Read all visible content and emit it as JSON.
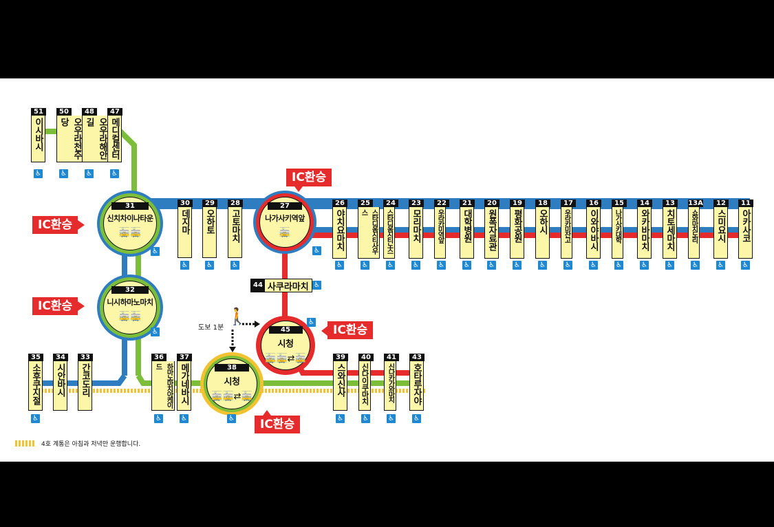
{
  "lines_colors": {
    "green": "#7cbd3a",
    "blue": "#2e7dc1",
    "red": "#e52b2b",
    "yellow": "#f2c230"
  },
  "icons": {
    "accessible": "wheelchair-icon",
    "tram": "tram-icon",
    "walk": "pedestrian-icon"
  },
  "top_left_stations": [
    {
      "num": "51",
      "name": "이시바시"
    },
    {
      "num": "50",
      "name": "오우라천주당"
    },
    {
      "num": "48",
      "name": "오우라해안길"
    },
    {
      "num": "47",
      "name": "메디컬센터"
    }
  ],
  "mid_stations": [
    {
      "num": "30",
      "name": "데지마"
    },
    {
      "num": "29",
      "name": "오하토"
    },
    {
      "num": "28",
      "name": "고토마치"
    }
  ],
  "right_stations": [
    {
      "num": "26",
      "name": "야치요마치"
    },
    {
      "num": "25",
      "name": "스타디움시티사우스"
    },
    {
      "num": "24",
      "name": "스타디움시티노스"
    },
    {
      "num": "23",
      "name": "모리마치"
    },
    {
      "num": "22",
      "name": "우라카미역앞"
    },
    {
      "num": "21",
      "name": "대학병원"
    },
    {
      "num": "20",
      "name": "원폭자료관"
    },
    {
      "num": "19",
      "name": "평화공원"
    },
    {
      "num": "18",
      "name": "오하시"
    },
    {
      "num": "17",
      "name": "우라카미잔고"
    },
    {
      "num": "16",
      "name": "이와야바시"
    },
    {
      "num": "15",
      "name": "나가사키대학"
    },
    {
      "num": "14",
      "name": "와카바마치"
    },
    {
      "num": "13",
      "name": "치토세마치"
    },
    {
      "num": "13A",
      "name": "쇼와마치도리"
    },
    {
      "num": "12",
      "name": "스미요시"
    },
    {
      "num": "11",
      "name": "아카사코"
    }
  ],
  "bottom_left_stations": [
    {
      "num": "35",
      "name": "소후쿠지절"
    },
    {
      "num": "34",
      "name": "시안바시"
    },
    {
      "num": "33",
      "name": "간코도리"
    }
  ],
  "bottom_mid_stations": [
    {
      "num": "36",
      "name": "하마노마치아케이드"
    },
    {
      "num": "37",
      "name": "메가네바시"
    }
  ],
  "bottom_right_stations": [
    {
      "num": "39",
      "name": "스와신사"
    },
    {
      "num": "40",
      "name": "신다이쿠마치"
    },
    {
      "num": "41",
      "name": "신나카가와마치"
    },
    {
      "num": "43",
      "name": "호타루자야"
    }
  ],
  "hubs": {
    "h31": {
      "num": "31",
      "name": "신치차이나타운"
    },
    "h32": {
      "num": "32",
      "name": "니시하마노마치"
    },
    "h27": {
      "num": "27",
      "name": "나가사키역앞"
    },
    "h45": {
      "num": "45",
      "name": "시청"
    },
    "h38": {
      "num": "38",
      "name": "시청"
    }
  },
  "sakuramachi": {
    "num": "44",
    "name": "사쿠라마치"
  },
  "ic_label": "IC환승",
  "walk_text": "도보 1분",
  "legend_text": "4호 계통은 아침과 저녁만 운행합니다."
}
